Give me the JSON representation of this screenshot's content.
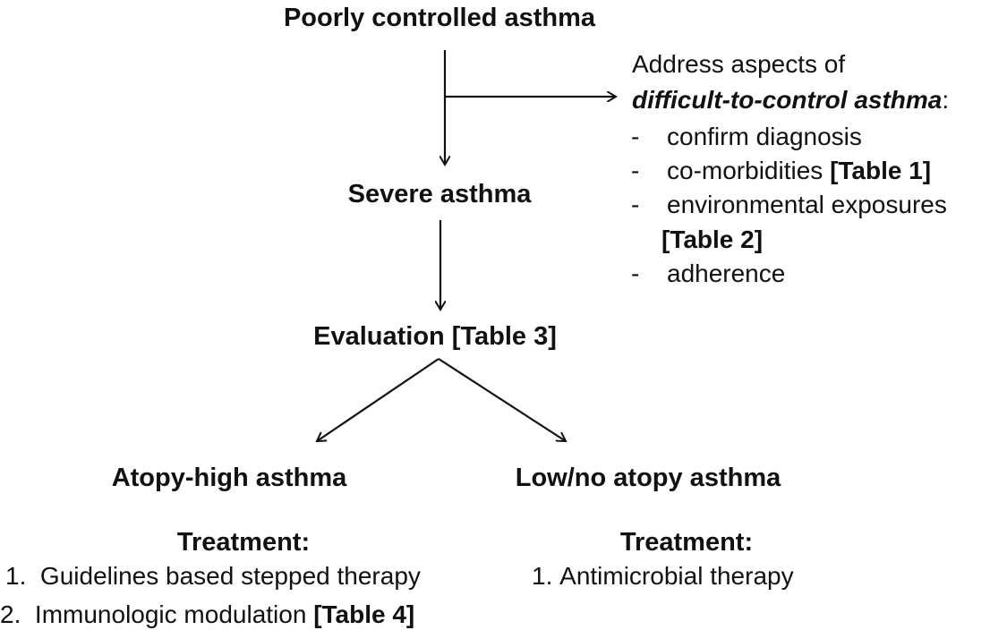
{
  "nodes": {
    "poorly_controlled": "Poorly controlled asthma",
    "severe": "Severe asthma",
    "evaluation": "Evaluation [Table 3]",
    "atopy_high": "Atopy-high asthma",
    "low_atopy": "Low/no atopy asthma"
  },
  "address_box": {
    "intro": "Address aspects of",
    "emphasis": "difficult-to-control asthma",
    "colon": ":",
    "bullet_marker": "-",
    "items": [
      {
        "text": "confirm diagnosis",
        "ref": ""
      },
      {
        "text": "co-morbidities ",
        "ref": "[Table 1]"
      },
      {
        "text": "environmental exposures",
        "ref": "[Table 2]"
      },
      {
        "text": "adherence",
        "ref": ""
      }
    ]
  },
  "treatment_left": {
    "heading": "Treatment:",
    "items": [
      {
        "num": "1.",
        "text": "Guidelines based stepped therapy",
        "ref": ""
      },
      {
        "num": "2.",
        "text": "Immunologic modulation ",
        "ref": "[Table 4]"
      }
    ]
  },
  "treatment_right": {
    "heading": "Treatment:",
    "items": [
      {
        "num": "1.",
        "text": "Antimicrobial therapy",
        "ref": ""
      }
    ]
  }
}
